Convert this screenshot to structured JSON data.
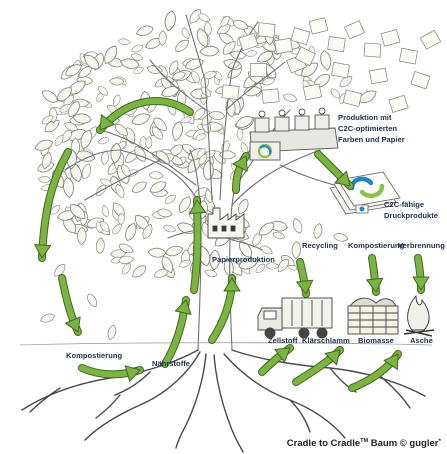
{
  "labels": {
    "produktion_line1": "Produktion mit",
    "produktion_line2": "C2C-optimierten",
    "produktion_line3": "Farben und Papier",
    "druckprodukte_line1": "C2C-fähige",
    "druckprodukte_line2": "Druckprodukte",
    "papierproduktion": "Papierproduktion",
    "recycling": "Recycling",
    "kompostierung_top": "Kompostierung",
    "verbrennung": "Verbrennung",
    "zellstoff": "Zellstoff",
    "klaerschlamm": "Klärschlamm",
    "biomasse": "Biomasse",
    "asche": "Asche",
    "kompostierung_left": "Kompostierung",
    "naehrstoffe": "Nährstoffe"
  },
  "caption": {
    "part1": "Cradle to Cradle",
    "tm": "TM",
    "part2": " Baum © gugler",
    "mark": "*"
  },
  "colors": {
    "arrow_green": "#7cb342",
    "arrow_outline": "#3e6b1f",
    "sketch_line": "#6f6f6f",
    "leaf_fill": "#f7f7f2",
    "c2c_blue": "#1e88c8",
    "c2c_green": "#8bc34a",
    "label_text": "#1f2f4a"
  }
}
